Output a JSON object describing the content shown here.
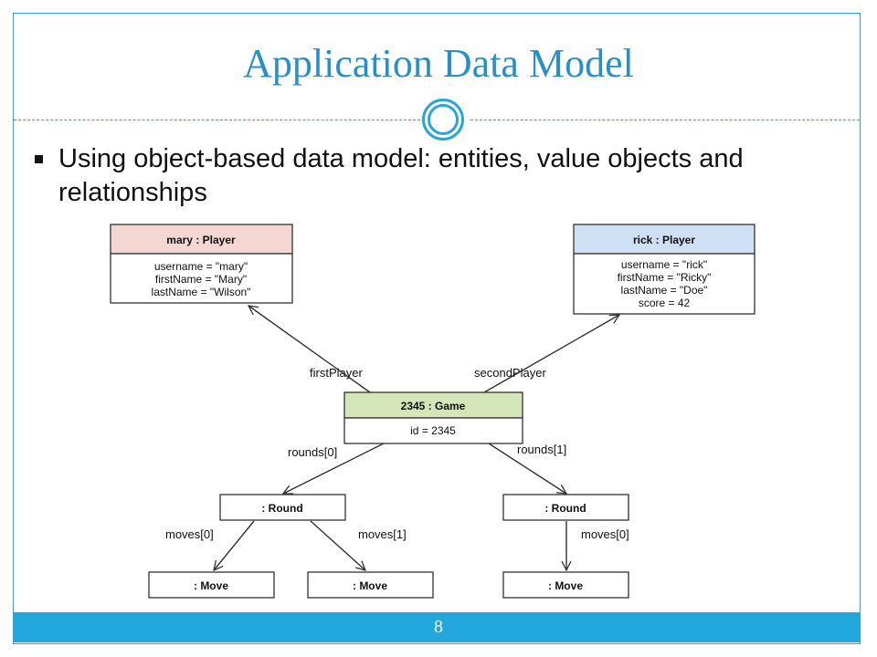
{
  "slide": {
    "title": "Application Data Model",
    "bullet": "Using object-based data model: entities, value objects and relationships",
    "page_number": "8"
  },
  "colors": {
    "accent": "#2aa6d6",
    "footer": "#21a7db",
    "mary_header": "#f4d7d3",
    "rick_header": "#cfe0f4",
    "game_header": "#d5e6b8"
  },
  "diagram": {
    "mary": {
      "header": "mary : Player",
      "attrs": [
        "username = \"mary\"",
        "firstName = \"Mary\"",
        "lastName = \"Wilson\""
      ]
    },
    "rick": {
      "header": "rick : Player",
      "attrs": [
        "username = \"rick\"",
        "firstName = \"Ricky\"",
        "lastName = \"Doe\"",
        "score = 42"
      ]
    },
    "game": {
      "header": "2345 : Game",
      "attrs": [
        "id = 2345"
      ]
    },
    "round1": ": Round",
    "round2": ": Round",
    "move1": ": Move",
    "move2": ": Move",
    "move3": ": Move",
    "labels": {
      "first_player": "firstPlayer",
      "second_player": "secondPlayer",
      "rounds0": "rounds[0]",
      "rounds1": "rounds[1]",
      "moves0_left": "moves[0]",
      "moves1_left": "moves[1]",
      "moves0_right": "moves[0]"
    }
  }
}
